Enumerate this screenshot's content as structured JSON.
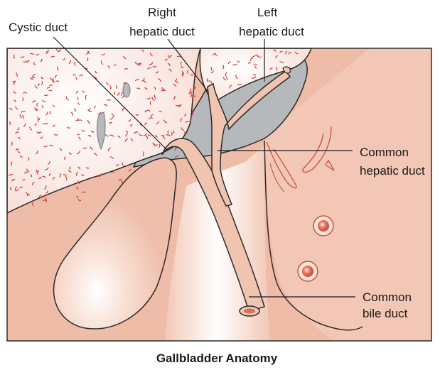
{
  "labels": {
    "cystic_duct": "Cystic duct",
    "right_hepatic_line1": "Right",
    "right_hepatic_line2": "hepatic duct",
    "left_hepatic_line1": "Left",
    "left_hepatic_line2": "hepatic duct",
    "common_hepatic_line1": "Common",
    "common_hepatic_line2": "hepatic duct",
    "common_bile_line1": "Common",
    "common_bile_line2": "bile duct"
  },
  "caption": "Gallbladder Anatomy",
  "colors": {
    "liver": "#fbe9e4",
    "liver_speckle": "#cf3a3a",
    "background_tissue": "#eeb9a5",
    "stomach_area": "#f4cdbd",
    "gallbladder": "#f1c7b4",
    "duct": "#f1c4b0",
    "vessel_gray": "#b3b7ba",
    "outline": "#2b2b2b",
    "node": "#e2674a"
  }
}
